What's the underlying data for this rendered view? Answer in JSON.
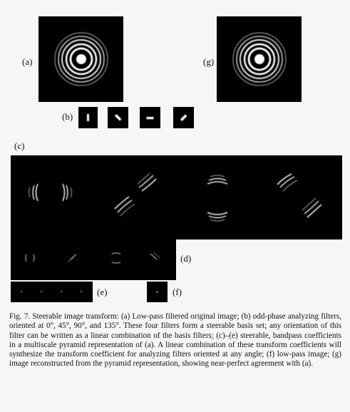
{
  "labels": {
    "a": "(a)",
    "b": "(b)",
    "c": "(c)",
    "d": "(d)",
    "e": "(e)",
    "f": "(f)",
    "g": "(g)"
  },
  "caption": "Fig. 7. Steerable image transform: (a) Low-pass filtered original image; (b) odd-phase analyzing filters, oriented at 0°, 45°, 90°, and 135°. These four filters form a steerable basis set; any orientation of this filter can be written as a linear combination of the basis filters; (c)–(e) steerable, bandpass coefficients in a multiscale pyramid representation of (a). A linear combination of these transform coefficients will synthesize the transform coefficient for analyzing filters oriented at any angle; (f) low-pass image; (g) image reconstructed from the pyramid representation, showing near-perfect agreement with (a).",
  "filter_orientations_deg": [
    0,
    45,
    90,
    135
  ]
}
